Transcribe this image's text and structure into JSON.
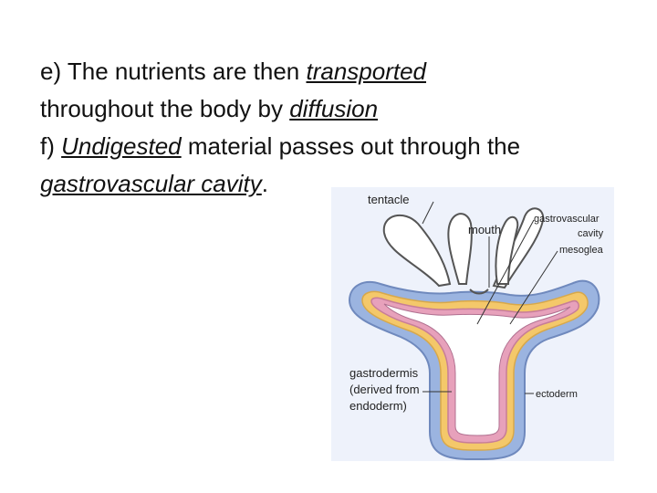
{
  "text": {
    "e_prefix": "e)  The nutrients are then ",
    "e_em1": "transported",
    "e_line2_prefix": "throughout the body by ",
    "e_em2": "diffusion",
    "f_prefix": "f)  ",
    "f_em1": "Undigested",
    "f_rest": " material passes out through the",
    "f_em2": "gastrovascular cavity",
    "f_end": "."
  },
  "diagram": {
    "labels": {
      "tentacle": "tentacle",
      "mouth": "mouth",
      "gastrovascular_1": "gastrovascular",
      "gastrovascular_2": "cavity",
      "mesoglea": "mesoglea",
      "gastrodermis_1": "gastrodermis",
      "gastrodermis_2": "(derived from",
      "gastrodermis_3": "endoderm)",
      "ectoderm": "ectoderm"
    },
    "colors": {
      "ectoderm": "#9bb4e0",
      "mesoglea": "#f4c86a",
      "gastrodermis": "#e7a1bb",
      "background_tint": "#eef2fb"
    }
  }
}
